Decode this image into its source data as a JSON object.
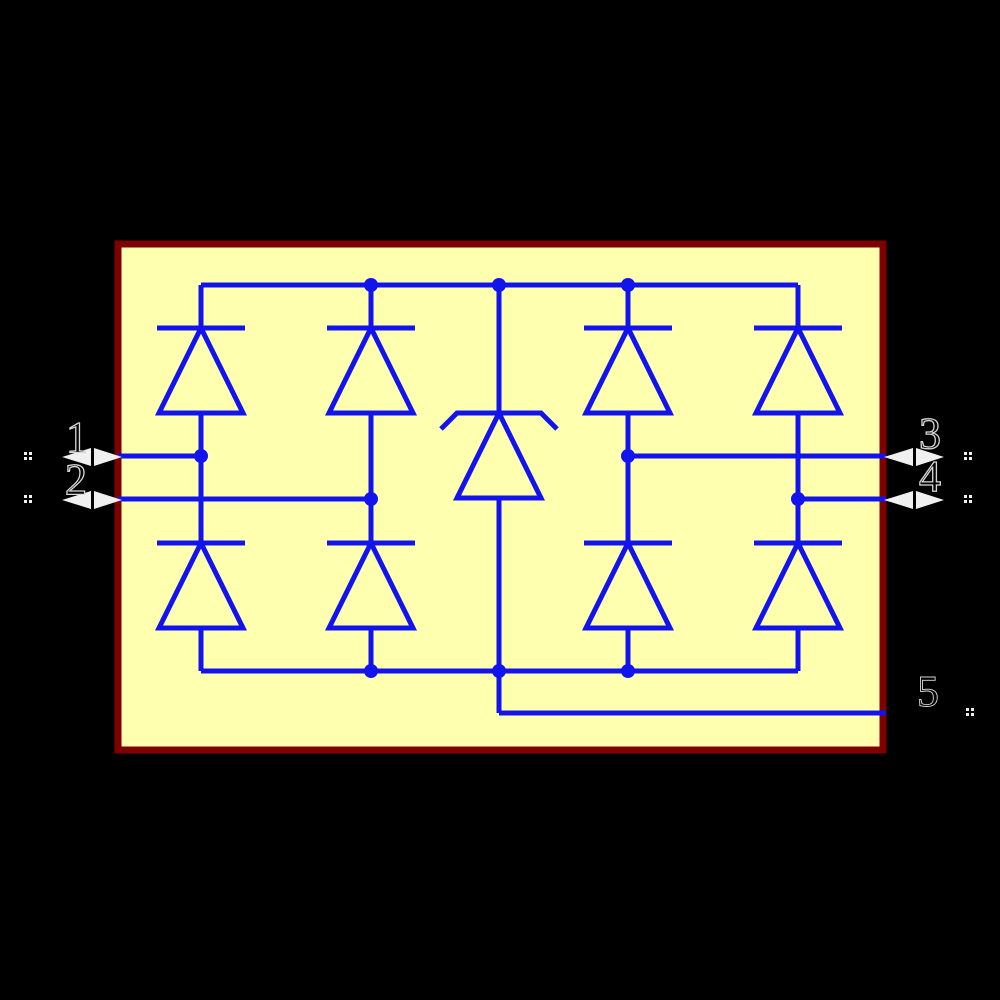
{
  "title": "diode-bridge-schematic",
  "colors": {
    "background": "#000000",
    "board_fill": "#FFFFB0",
    "board_border": "#7F0000",
    "wire": "#1313EE",
    "pin_arrow": "#F0F0F0",
    "label_outline": "#D8D8D8"
  },
  "component": {
    "body": "rectangular-outline",
    "diode_count": 8,
    "center_diode": "tvs-zener-style-diode",
    "diode_orientation": "pointing-up"
  },
  "pins": [
    {
      "number": "1",
      "side": "left",
      "type": "inout"
    },
    {
      "number": "2",
      "side": "left",
      "type": "inout"
    },
    {
      "number": "3",
      "side": "right",
      "type": "inout"
    },
    {
      "number": "4",
      "side": "right",
      "type": "inout"
    },
    {
      "number": "5",
      "side": "right",
      "type": "inout"
    }
  ]
}
